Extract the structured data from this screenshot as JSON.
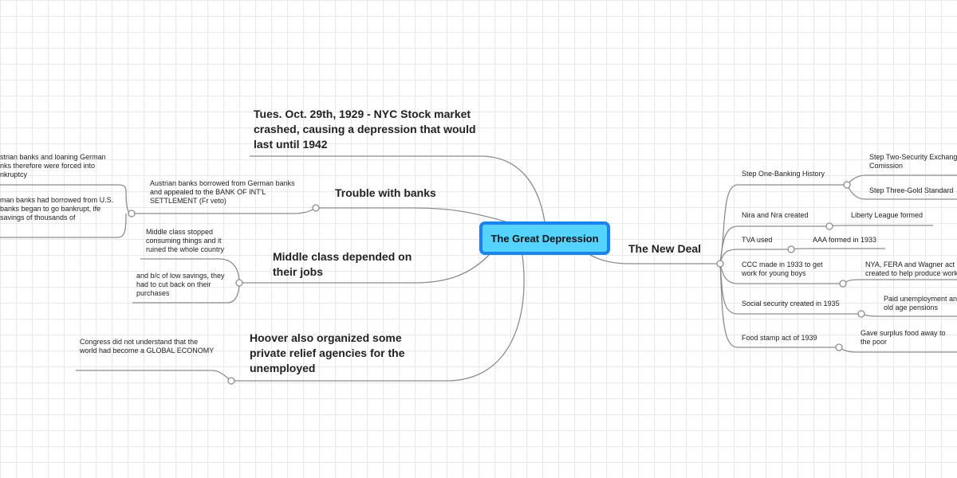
{
  "central": "The Great Depression",
  "left": {
    "stock_crash": "Tues. Oct. 29th, 1929 - NYC Stock market crashed, causing a depression that would last until 1942",
    "banks": {
      "label": "Trouble with banks",
      "austrian": "Austrian banks borrowed from German banks and appealed to the BANK OF INT'L SETTLEMENT (Fr veto)",
      "sub1": "strian banks and loaning German nks therefore were forced into nkruptcy",
      "sub2": "man banks had borrowed from U.S. banks began to go bankrupt, ife savings of thousands of"
    },
    "middle_class": {
      "label": "Middle class depended on their jobs",
      "stopped": "Middle class stopped consuming things and it ruined the whole country",
      "savings": "and b/c of low savings, they had to cut back on their purchases"
    },
    "hoover": {
      "label": "Hoover also organized some private relief agencies for the unemployed",
      "congress": "Congress did not understand that the world had become a GLOBAL ECONOMY"
    }
  },
  "right": {
    "label": "The New Deal",
    "step_one": "Step One-Banking History",
    "step_two": "Step Two-Security Exchange Comission",
    "step_three": "Step Three-Gold Standard",
    "nira": "Nira and Nra created",
    "liberty": "Liberty League formed",
    "tva": "TVA used",
    "aaa": "AAA formed in 1933",
    "ccc": "CCC made in 1933 to get work for young boys",
    "nya": "NYA, FERA and Wagner act created to help produce work",
    "social": "Social security created in 1935",
    "paid": "Paid unemployment and old age pensions",
    "food": "Food stamp act of 1939",
    "surplus": "Gave surplus food away to the poor"
  }
}
